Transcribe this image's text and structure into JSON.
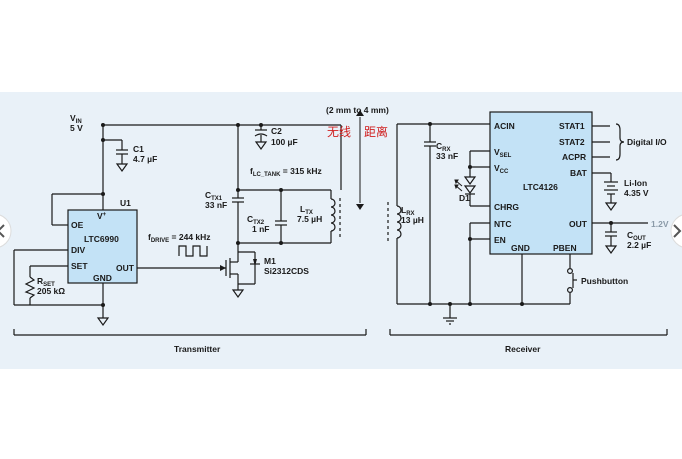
{
  "transmitter": {
    "vin_label": "V",
    "vin_sub": "IN",
    "vin_value": "5 V",
    "c1_name": "C1",
    "c1_value": "4.7 µF",
    "c2_name": "C2",
    "c2_value": "100 µF",
    "u1_name": "U1",
    "u1_part": "LTC6990",
    "pin_oe": "OE",
    "pin_vplus": "V",
    "pin_vplus_sup": "+",
    "pin_div": "DIV",
    "pin_set": "SET",
    "pin_out": "OUT",
    "pin_gnd": "GND",
    "rset_name": "R",
    "rset_sub": "SET",
    "rset_value": "205 kΩ",
    "fdrive_label": "f",
    "fdrive_sub": "DRIVE",
    "fdrive_value": " = 244 kHz",
    "ctx1_name": "C",
    "ctx1_sub": "TX1",
    "ctx1_value": "33 nF",
    "ctx2_name": "C",
    "ctx2_sub": "TX2",
    "ctx2_value": "1 nF",
    "flc_label": "f",
    "flc_sub": "LC_TANK",
    "flc_value": " = 315 kHz",
    "ltx_name": "L",
    "ltx_sub": "TX",
    "ltx_value": "7.5 µH",
    "m1_name": "M1",
    "m1_part": "Si2312CDS",
    "section_label": "Transmitter"
  },
  "gap": {
    "distance": "(2 mm to 4 mm)",
    "wireless_cn": "无线",
    "distance_cn": "距离"
  },
  "receiver": {
    "lrx_name": "L",
    "lrx_sub": "RX",
    "lrx_value": "13 µH",
    "crx_name": "C",
    "crx_sub": "RX",
    "crx_value": "33 nF",
    "d1_name": "D1",
    "ic_part": "LTC4126",
    "pin_acin": "ACIN",
    "pin_vsel": "V",
    "pin_vsel_sub": "SEL",
    "pin_vcc": "V",
    "pin_vcc_sub": "CC",
    "pin_chrg": "CHRG",
    "pin_ntc": "NTC",
    "pin_en": "EN",
    "pin_gnd": "GND",
    "pin_pben": "PBEN",
    "pin_stat1": "STAT1",
    "pin_stat2": "STAT2",
    "pin_acpr": "ACPR",
    "pin_bat": "BAT",
    "pin_out": "OUT",
    "digital_io": "Digital I/O",
    "battery_name": "Li-Ion",
    "battery_value": "4.35 V",
    "out_voltage": "1.2V",
    "cout_name": "C",
    "cout_sub": "OUT",
    "cout_value": "2.2 µF",
    "pushbutton": "Pushbutton",
    "section_label": "Receiver"
  }
}
